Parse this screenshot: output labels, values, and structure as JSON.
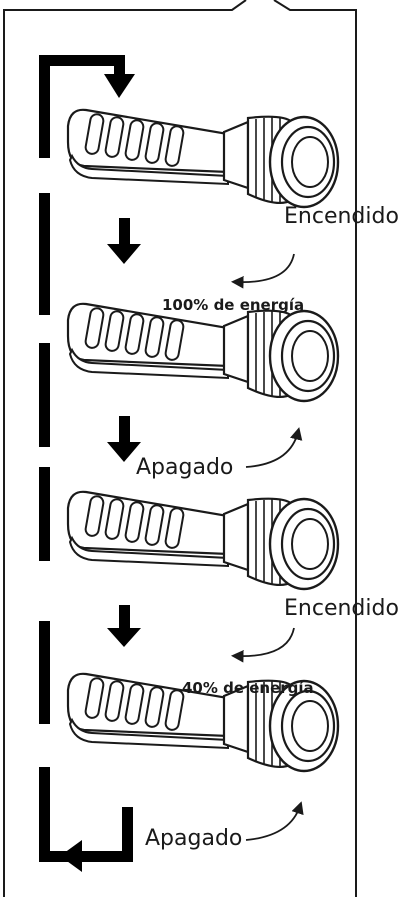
{
  "diagram": {
    "stages": [
      {
        "id": "stage-1",
        "action_label": "Encendido",
        "energy_label": "100% de energía",
        "rotation": "clockwise"
      },
      {
        "id": "stage-2",
        "action_label": "Apagado",
        "energy_label": "",
        "rotation": "counterclockwise"
      },
      {
        "id": "stage-3",
        "action_label": "Encendido",
        "energy_label": "40% de energía",
        "rotation": "clockwise"
      },
      {
        "id": "stage-4",
        "action_label": "Apagado",
        "energy_label": "",
        "rotation": "counterclockwise"
      }
    ],
    "colors": {
      "stroke": "#1a1a1a",
      "fill": "#ffffff",
      "bracket": "#000000"
    },
    "icons": [
      "flashlight-icon",
      "arrow-down-icon",
      "curved-arrow-icon",
      "loop-bracket-icon"
    ]
  }
}
